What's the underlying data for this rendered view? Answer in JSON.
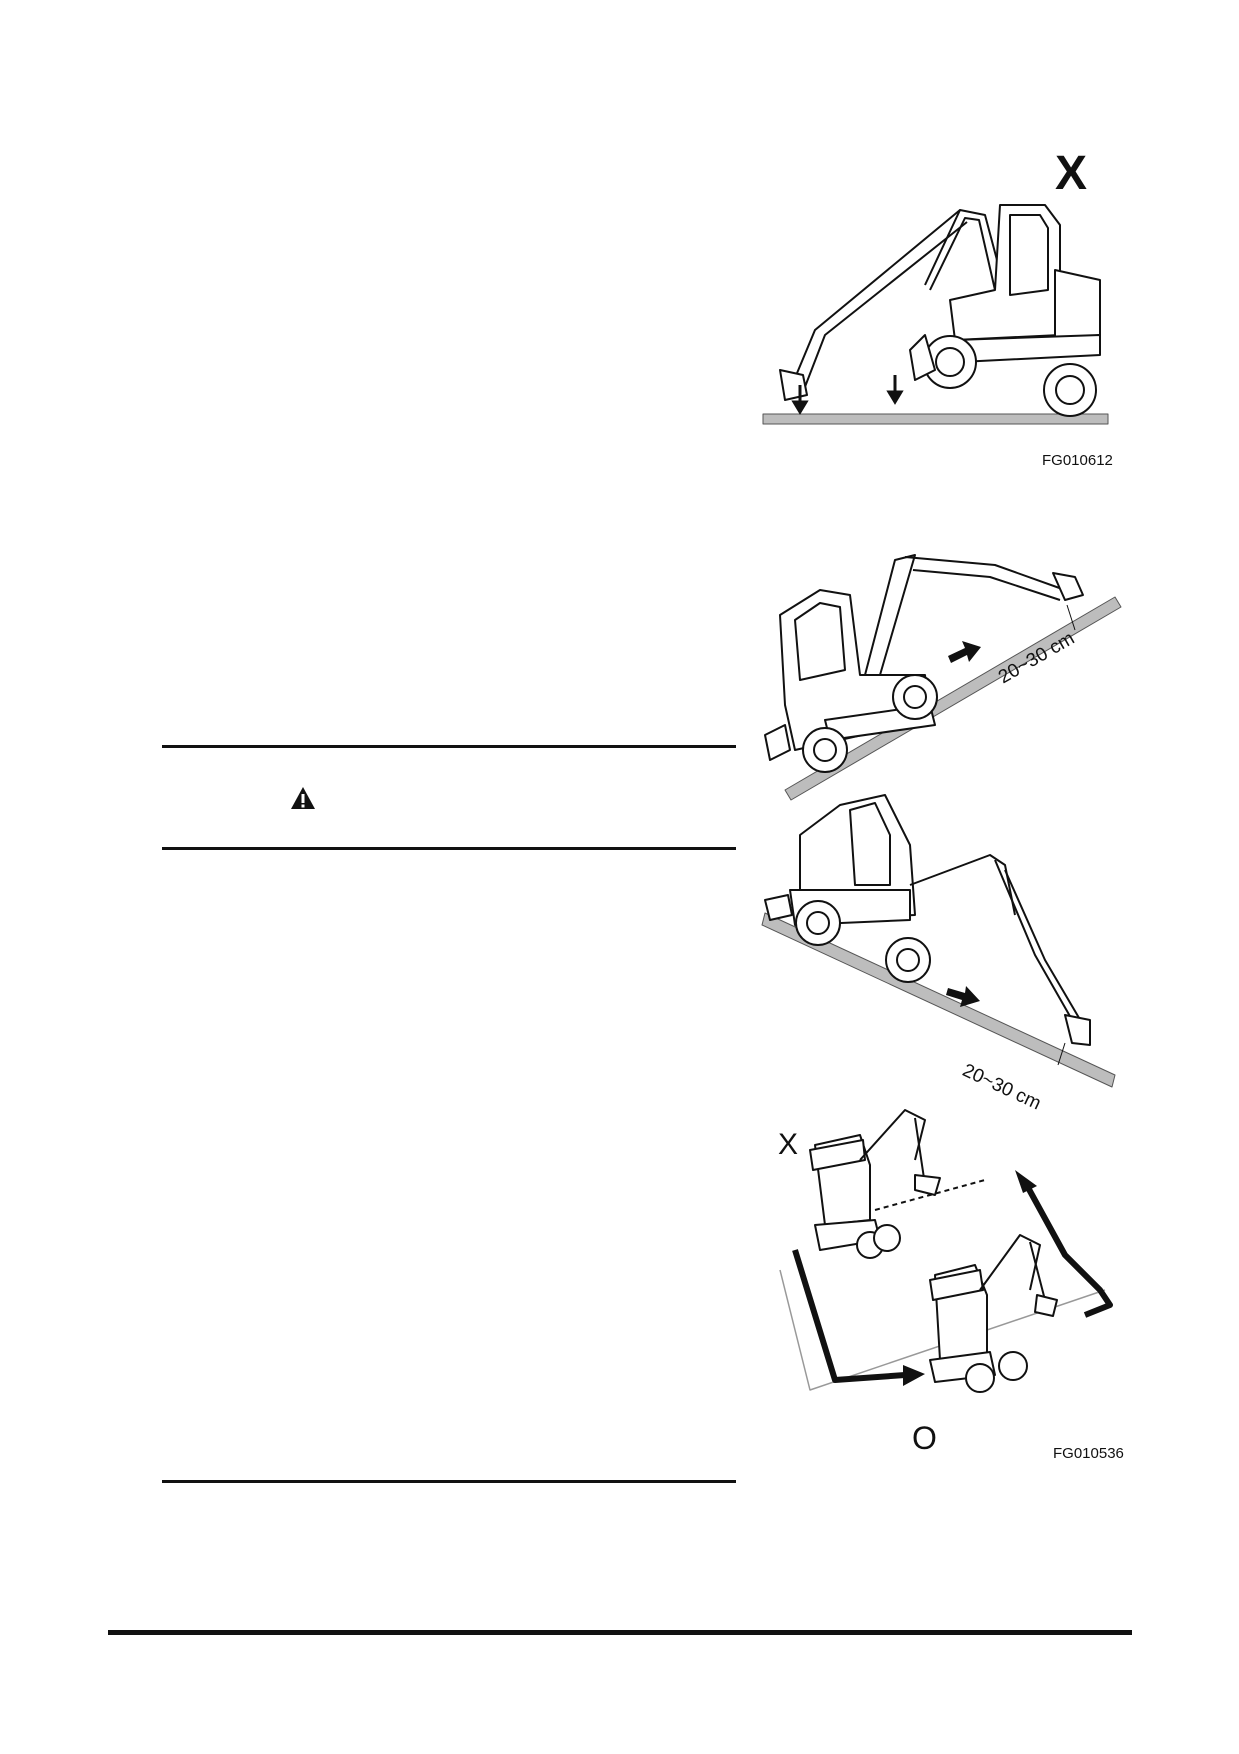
{
  "figures": {
    "top": {
      "id": "FG010612",
      "marker": "X"
    },
    "slope": {
      "measure_up": "20~30 cm",
      "measure_down": "20~30 cm"
    },
    "turn": {
      "id": "FG010536",
      "marker_wrong": "X",
      "marker_right": "O"
    }
  },
  "warning": {
    "icon": "warning-triangle-icon"
  }
}
